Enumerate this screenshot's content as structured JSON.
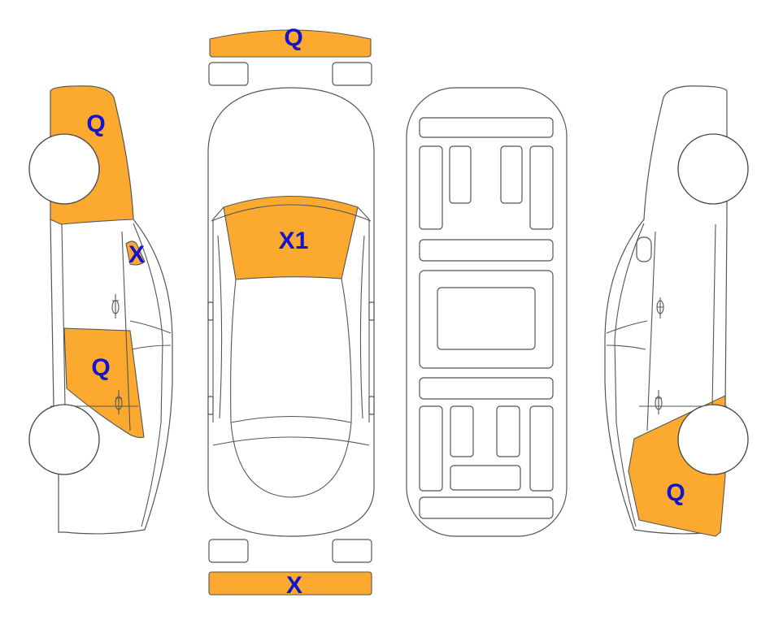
{
  "colors": {
    "damage_fill": "#FBAA2F",
    "label_text": "#1414CC",
    "outline": "#555555",
    "background": "#FFFFFF"
  },
  "markers": {
    "front_bumper": "Q",
    "hood": "X1",
    "rear_bumper": "X",
    "left_front_fender": "Q",
    "left_front_pillar": "X",
    "left_rear_door": "Q",
    "right_rear_quarter": "Q"
  }
}
